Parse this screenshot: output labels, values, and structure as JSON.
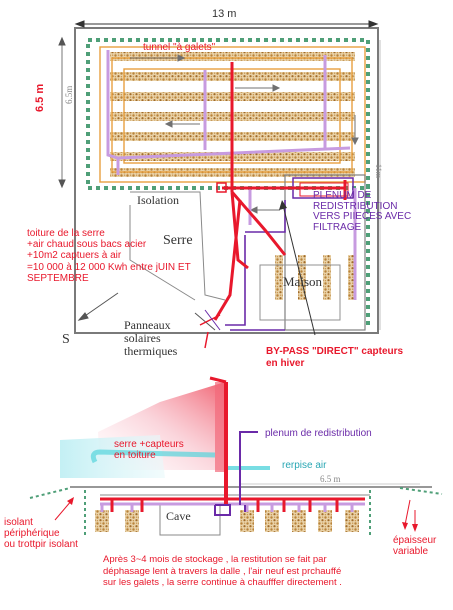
{
  "plan": {
    "width_label": "13 m",
    "height_label": "6.5 m",
    "height_label_inner": "6.5m",
    "right_label": "11m",
    "tunnel_label": "tunnel \"à galets\"",
    "isolation_label": "Isolation",
    "serre_label": "Serre",
    "maison_label": "Maison",
    "south_label": "S",
    "plenum_text": "PLENUM DE\nREDISTRIBUTION\nVERS PIIECES AVEC\nFILTRAGE",
    "toiture_text": "toiture de la serre\n+air chaud sous bacs acier\n+10m2 captuers à air\n=10 000 à 12 000 Kwh entre jUIN ET\nSEPTEMBRE",
    "panneaux_text": "Panneaux\nsolaires\nthermiques",
    "bypass_text": "BY-PASS \"DIRECT\" capteurs\nen hiver"
  },
  "section": {
    "serre_capteurs_text": "serre +capteurs\nen toiture",
    "plenum_label": "plenum de redistribution",
    "reprise_label": "rerpise air",
    "width_label": "6.5 m",
    "cave_label": "Cave",
    "isolant_text": "isolant\npériphérique\nou trottpir isolant",
    "epaisseur_text": "épaisseur\nvariable",
    "footnote_text": "Après 3~4 mois de stockage , la restitution se fait par\ndéphasage lent à travers la dalle , l'air neuf est prchauffé\nsur les galets , la serre continue à chaufffer directement ."
  },
  "colors": {
    "red": "#e8182c",
    "purple": "#6a2aa8",
    "lilac": "#c79be0",
    "green": "#2e8b57",
    "cyan": "#56d4dc",
    "gravel": "#c89a52",
    "gray": "#808080"
  }
}
